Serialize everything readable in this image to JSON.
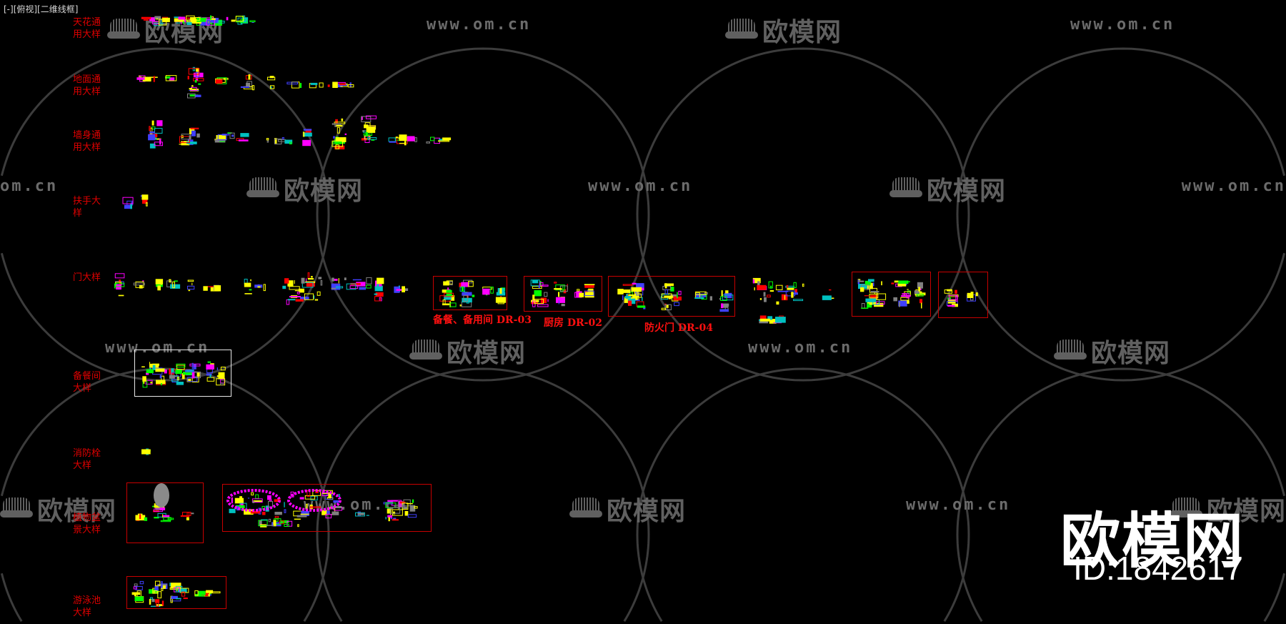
{
  "viewport": {
    "label": "[-][俯视][二维线框]"
  },
  "row_labels": [
    {
      "line1": "天花通",
      "line2": "用大样"
    },
    {
      "line1": "地面通",
      "line2": "用大样"
    },
    {
      "line1": "墙身通",
      "line2": "用大样"
    },
    {
      "line1": "扶手大",
      "line2": "样"
    },
    {
      "line1": "门大样",
      "line2": ""
    },
    {
      "line1": "备餐间",
      "line2": "大样"
    },
    {
      "line1": "消防栓",
      "line2": "大样"
    },
    {
      "line1": "植物盆",
      "line2": "景大样"
    },
    {
      "line1": "游泳池",
      "line2": "大样"
    }
  ],
  "door_captions": [
    "备餐、备用间 DR-03",
    "厨房 DR-02",
    "防火门 DR-04"
  ],
  "watermark": {
    "logo_text": "欧模网",
    "url": "www.om.cn",
    "url_partial": "om.cn"
  },
  "brand": {
    "name": "欧模网",
    "id": "ID:1842617"
  },
  "colors": {
    "label_red": "#e00000",
    "frame_red": "#c80000",
    "cad_yellow": "#ffff00",
    "cad_magenta": "#ff00ff",
    "cad_cyan": "#00c0c0",
    "background": "#000000"
  }
}
